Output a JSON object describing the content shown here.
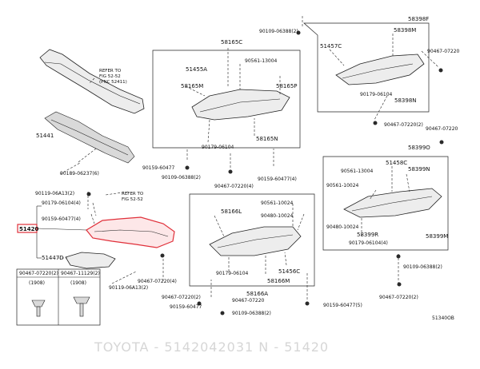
{
  "labels": {
    "l58398F": "58398F",
    "l90109_06388_2_top": "90109-06388(2)",
    "l58398M": "58398M",
    "l51457C": "51457C",
    "l90467_07220_tr": "90467-07220",
    "l58165C": "58165C",
    "l51455A": "51455A",
    "l90561_13004_top": "90561-13004",
    "l58165M": "58165M",
    "l58165P": "58165P",
    "l90179_06104_tr": "90179-06104",
    "l58398N": "58398N",
    "l90467_07220_2_r": "90467-07220(2)",
    "l90467_07220_r2": "90467-07220",
    "l58165N": "58165N",
    "l90179_06104_m": "90179-06104",
    "l58399O": "58399O",
    "l51458C": "51458C",
    "l58399N": "58399N",
    "l90561_13004_r": "90561-13004",
    "l90561_10024_r": "90561-10024",
    "l90159_60477_m": "90159-60477",
    "l90109_06388_m": "90109-06388(2)",
    "l90467_07220_4_m": "90467-07220(4)",
    "l90159_60477_4_m": "90159-60477(4)",
    "l51441": "51441",
    "l90189_06237_6": "90189-06237(6)",
    "l90119_06A13_2": "90119-06A13(2)",
    "l90179_06104_4": "90179-06104(4)",
    "l90159_60477_4_l": "90159-60477(4)",
    "l51420": "51420",
    "l51447D": "51447D",
    "l58166L": "58166L",
    "l90561_10024_m": "90561-10024",
    "l90480_10024_m": "90480-10024",
    "l90480_10024_r": "90480-10024",
    "l58399R": "58399R",
    "l58399M": "58399M",
    "l90179_06104_4_r": "90179-06104(4)",
    "l90109_06388_2_r": "90109-06388(2)",
    "l90179_06104_b": "90179-06104",
    "l51456C": "51456C",
    "l58166M": "58166M",
    "l58166A": "58166A",
    "l90467_07220_b": "90467-07220",
    "l90467_07220_2_b": "90467-07220(2)",
    "l90159_60477_b": "90159-60477",
    "l90109_06388_2_b": "90109-06388(2)",
    "l90159_60477_5": "90159-60477(5)",
    "l90467_07220_2_br": "90467-07220(2)",
    "l90119_06A13_2_b": "90119-06A13(2)",
    "l90467_07220_4_b": "90467-07220(4)",
    "ref1_a": "REFER TO",
    "ref1_b": "FIG 52-52",
    "ref1_c": "(PNC 52411)",
    "ref2_a": "REFER TO",
    "ref2_b": "FIG 52-52",
    "legend_h1": "90467-07220(2)",
    "legend_h2": "90467-11129(2)",
    "legend_n1": "(1908)",
    "legend_n2": "(1908)",
    "figure_code": "51340OB",
    "watermark": "TOYOTA - 5142042031    N - 51420"
  },
  "highlight_color": "#e0303a"
}
